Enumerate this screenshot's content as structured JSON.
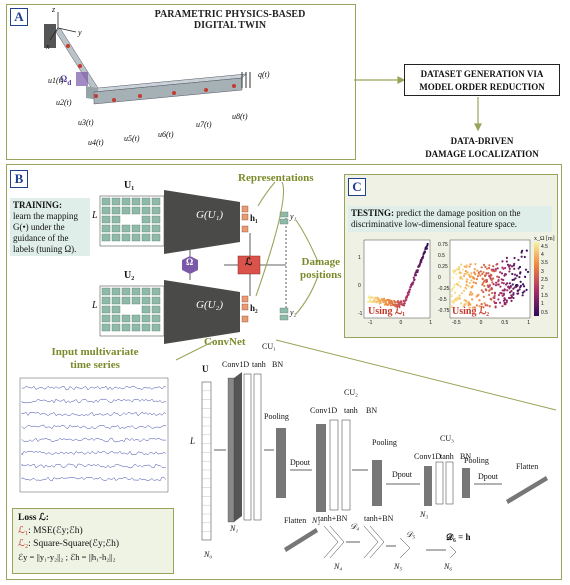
{
  "panel_a": {
    "tag": "A",
    "title_line1": "PARAMETRIC PHYSICS-BASED",
    "title_line2": "DIGITAL TWIN",
    "axis_z": "z",
    "axis_y": "y",
    "axis_x": "x",
    "omega_label": "Ω",
    "omega_sub": "d",
    "load_label": "q(t)",
    "sensors": [
      "u1(t)",
      "u2(t)",
      "u3(t)",
      "u4(t)",
      "u5(t)",
      "u6(t)",
      "u7(t)",
      "u8(t)"
    ]
  },
  "dataset_box": {
    "line1": "DATASET GENERATION VIA",
    "line2": "MODEL ORDER REDUCTION"
  },
  "damage_box": {
    "line1": "DATA-DRIVEN",
    "line2": "DAMAGE LOCALIZATION"
  },
  "panel_b": {
    "tag": "B",
    "U1": "U₁",
    "U2": "U₂",
    "L": "L",
    "G1": "G(U₁)",
    "G2": "G(U₂)",
    "h1": "h₁",
    "h2": "h₂",
    "y1": "y₁",
    "y2": "y₂",
    "omega": "Ω",
    "loss_symbol": "ℒ",
    "representations": "Representations",
    "damage_positions_line1": "Damage",
    "damage_positions_line2": "positions",
    "convnet": "ConvNet",
    "training_bold": "TRAINING:",
    "training_line1": "learn the mapping",
    "training_line2": "G(•)  under  the",
    "training_line3": "guidance  of  the",
    "training_line4": "labels (tuning Ω).",
    "input_series_line1": "Input multivariate",
    "input_series_line2": "time series"
  },
  "panel_c": {
    "tag": "C",
    "testing_bold": "TESTING:",
    "testing_text": "predict the damage position on the discriminative low-dimensional feature space.",
    "using_l1": "Using ℒ₁",
    "using_l2": "Using ℒ₂",
    "colorbar_label": "x_Ω [m]",
    "colorbar_ticks": [
      "4.5",
      "4",
      "3.5",
      "3",
      "2.5",
      "2",
      "1.5",
      "1",
      "0.5"
    ],
    "plot1_yticks": [
      "1",
      "0",
      "-1"
    ],
    "plot1_xticks": [
      "-1",
      "0",
      "1"
    ],
    "plot2_yticks": [
      "0.75",
      "0.5",
      "0.25",
      "0",
      "-0.25",
      "-0.5",
      "-0.75"
    ],
    "plot2_xticks": [
      "-0.5",
      "0",
      "0.5",
      "1"
    ]
  },
  "architecture": {
    "U": "U",
    "L": "L",
    "N0": "N₀",
    "N1": "N₁",
    "N2": "N₂",
    "N3": "N₃",
    "N4": "N₄",
    "N5": "N₅",
    "N6": "N₆",
    "cu1": "CU₁",
    "cu2": "CU₂",
    "cu3": "CU₃",
    "conv1": "Conv1D",
    "conv2": "Conv1D",
    "conv3": "Conv1D",
    "tanh1": "tanh",
    "bn1": "BN",
    "tanh2": "tanh",
    "bn2": "BN",
    "tanh3": "tanh",
    "bn3": "BN",
    "pooling1": "Pooling",
    "pooling2": "Pooling",
    "pooling3": "Pooling",
    "dpout1": "Dpout",
    "dpout2": "Dpout",
    "dpout3": "Dpout",
    "flatten1": "Flatten",
    "flatten2": "Flatten",
    "tanh_bn_a": "tanh+BN",
    "tanh_bn_b": "tanh+BN",
    "d4": "𝒟₄",
    "d5": "𝒟₅",
    "d6": "𝒟₆ = h"
  },
  "loss_box": {
    "title": "Loss ℒ:",
    "l1_name": "ℒ₁",
    "l1_text": ": MSE(ℰy;ℰh)",
    "l2_name": "ℒ₂",
    "l2_text": ": Square-Square(ℰy;ℰh)",
    "definitions": "ℰy = ||y₁-y₂||₂ ; ℰh = ||h₁-h₂||₂"
  },
  "colors": {
    "panel_border": "#9aa35a",
    "tag": "#1f3f8f",
    "green_text": "#7d8a2c",
    "red": "#c43b2e",
    "note_bg": "#dfeee8"
  }
}
